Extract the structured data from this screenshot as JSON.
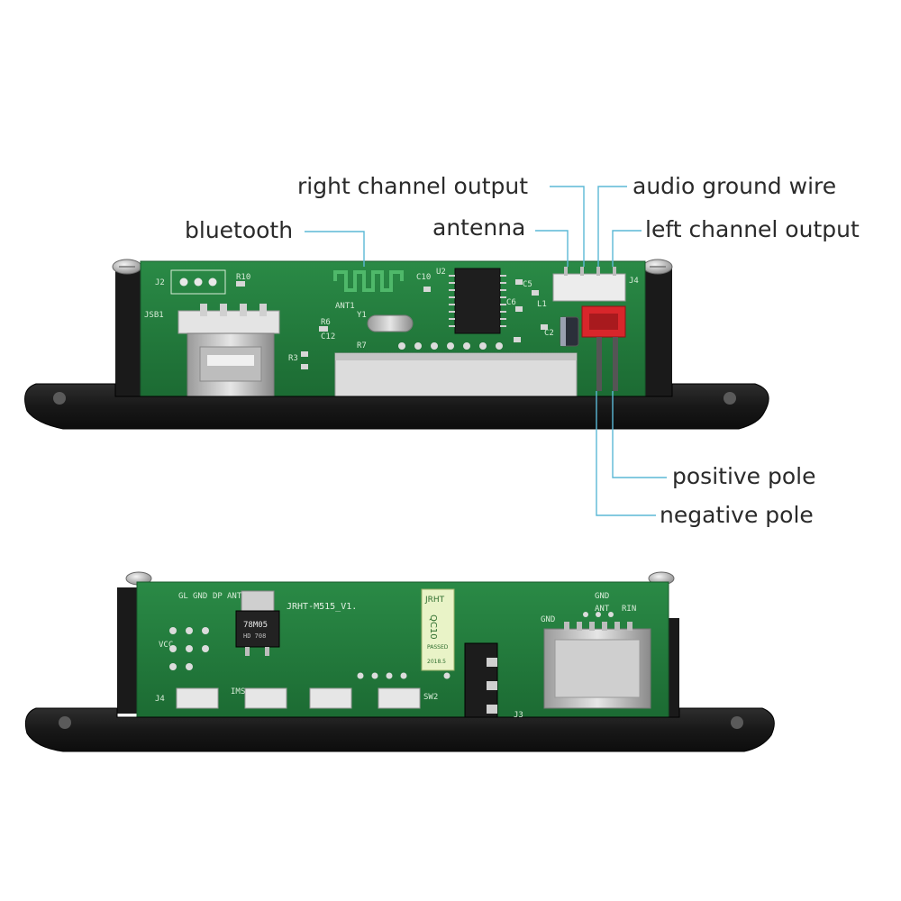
{
  "labels": {
    "right_channel_output": "right channel output",
    "audio_ground_wire": "audio ground wire",
    "bluetooth": "bluetooth",
    "antenna": "antenna",
    "left_channel_output": "left channel output",
    "positive_pole": "positive pole",
    "negative_pole": "negative pole"
  },
  "board_top": {
    "silkscreen": [
      "J2",
      "R10",
      "JSB1",
      "C10",
      "U2",
      "ANT1",
      "R6",
      "C12",
      "Y1",
      "R7",
      "R3",
      "C5",
      "C6",
      "L1",
      "C2",
      "J4"
    ]
  },
  "board_bottom": {
    "model_text": "JRHT-M515_V1.",
    "regulator_text": "78M05",
    "regulator_sub": "HD 708",
    "qc_sticker": "QC10",
    "qc_brand": "JRHT",
    "qc_pass": "PASSED",
    "qc_date": "2018.5",
    "silkscreen": [
      "GL",
      "GND",
      "DP",
      "ANT",
      "VCC",
      "J4",
      "IMS",
      "SW2",
      "GND",
      "ANT",
      "RIN",
      "GND",
      "J3"
    ]
  },
  "colors": {
    "pcb_green": "#1f7a3a",
    "bezel_black": "#1b1b1b",
    "leader_line": "#5bb8d6",
    "label_text": "#2a2a2a",
    "connector_red": "#d8262b"
  }
}
